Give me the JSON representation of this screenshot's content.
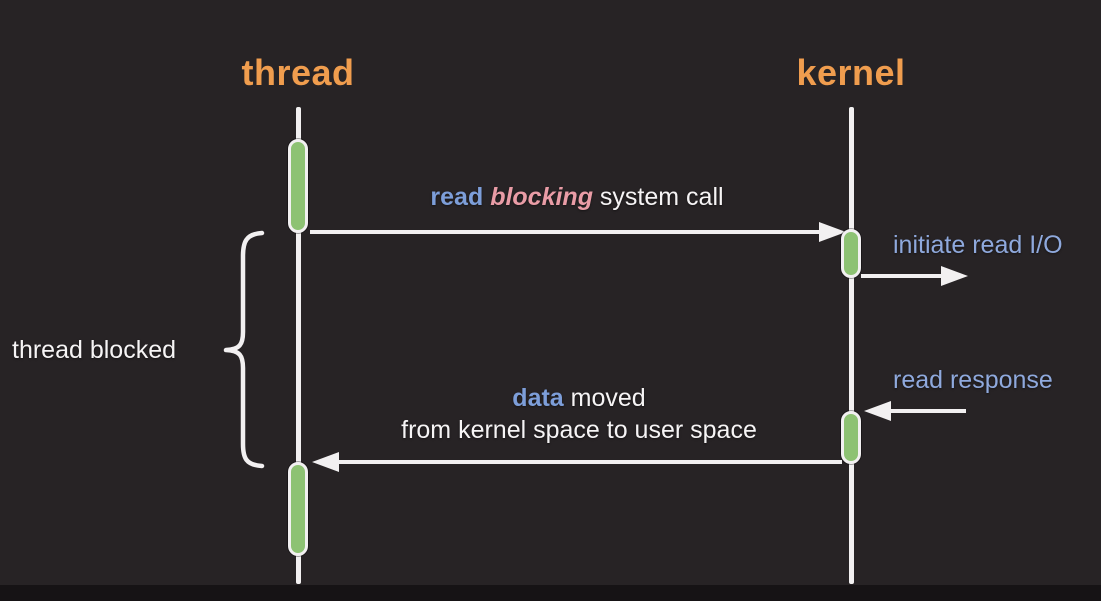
{
  "colors": {
    "background": "#272325",
    "letterbox": "#161315",
    "actor": "#f09d4e",
    "line": "#f2f0f1",
    "activation_fill": "#8dc273",
    "blue": "#7d9ed9",
    "pink": "#e99ca6",
    "light_blue": "#8fa9dd",
    "white_text": "#f6f4f5"
  },
  "actors": {
    "thread": "thread",
    "kernel": "kernel"
  },
  "messages": {
    "syscall": {
      "read": "read ",
      "blocking": "blocking",
      "rest": " system call"
    },
    "initiate_io": "initiate read I/O",
    "read_response": "read response",
    "data_moved": {
      "data": "data",
      "rest": " moved"
    },
    "data_moved_line2": "from kernel space to user space"
  },
  "annotations": {
    "thread_blocked": "thread blocked"
  }
}
